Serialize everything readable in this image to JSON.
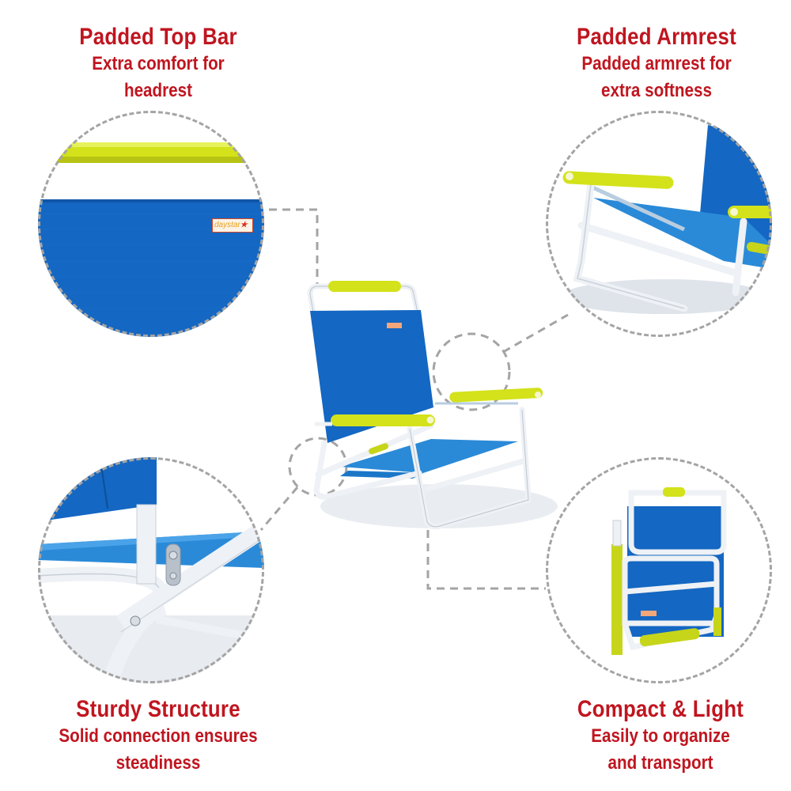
{
  "features": [
    {
      "id": "top-left",
      "title": "Padded Top Bar",
      "subtitle_line1": "Extra comfort for",
      "subtitle_line2": "headrest"
    },
    {
      "id": "top-right",
      "title": "Padded Armrest",
      "subtitle_line1": "Padded armrest for",
      "subtitle_line2": "extra softness"
    },
    {
      "id": "bottom-left",
      "title": "Sturdy Structure",
      "subtitle_line1": "Solid connection ensures",
      "subtitle_line2": "steadiness"
    },
    {
      "id": "bottom-right",
      "title": "Compact & Light",
      "subtitle_line1": "Easily to organize",
      "subtitle_line2": "and transport"
    }
  ],
  "brand": {
    "label_text": "daystar"
  },
  "colors": {
    "caption_red": "#c0151f",
    "fabric_blue": "#1467c2",
    "seat_blue": "#2a8ad8",
    "padding_lime": "#d6e619",
    "frame_white": "#eef1f5",
    "dashed_gray": "#a4a4a4"
  }
}
